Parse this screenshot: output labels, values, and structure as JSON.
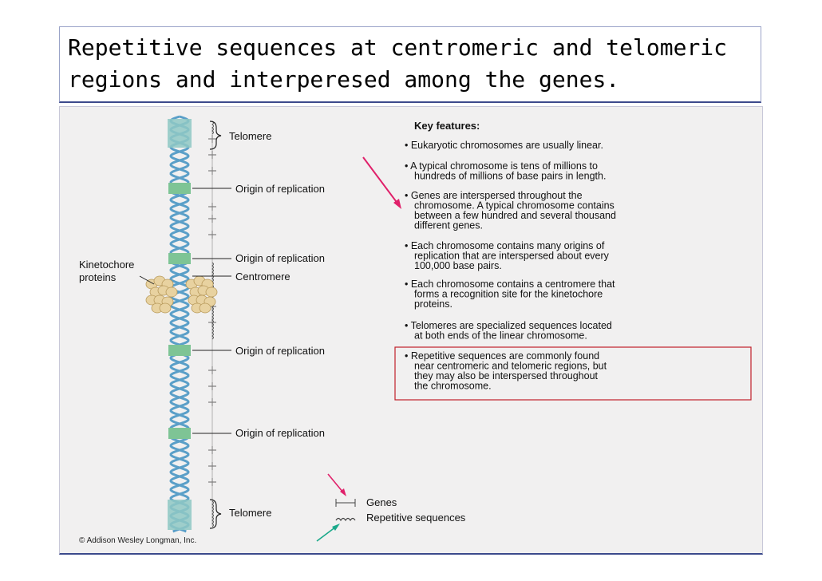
{
  "title": {
    "text": "Repetitive sequences at centromeric and telomeric\nregions and interperesed among the genes."
  },
  "figure": {
    "labels": {
      "telomere_top": "Telomere",
      "origin_1": "Origin of replication",
      "origin_2": "Origin of replication",
      "centromere": "Centromere",
      "origin_3": "Origin of replication",
      "origin_4": "Origin of replication",
      "telomere_bottom": "Telomere",
      "kinetochore_line1": "Kinetochore",
      "kinetochore_line2": "proteins"
    },
    "key_features": {
      "heading": "Key features:",
      "items": [
        [
          "• Eukaryotic chromosomes are usually linear."
        ],
        [
          "• A typical chromosome is tens of millions to",
          "  hundreds of millions of base pairs in length."
        ],
        [
          "• Genes are interspersed throughout the",
          "  chromosome. A typical chromosome contains",
          "  between a few hundred and several thousand",
          "  different genes."
        ],
        [
          "• Each chromosome contains many origins of",
          "  replication that are interspersed about every",
          "  100,000 base pairs."
        ],
        [
          "• Each chromosome contains a centromere that",
          "  forms a recognition site for the kinetochore",
          "  proteins."
        ],
        [
          "• Telomeres are specialized sequences located",
          "  at both ends of the linear chromosome."
        ],
        [
          "• Repetitive sequences are commonly found",
          "  near centromeric and telomeric regions, but",
          "  they may also be interspersed throughout",
          "  the chromosome."
        ]
      ]
    },
    "legend": {
      "genes": "Genes",
      "repetitive": "Repetitive sequences"
    },
    "copyright": "© Addison Wesley Longman, Inc.",
    "colors": {
      "dna_strand": "#5a9fc8",
      "telomere_fill": "#8fc8c4",
      "origin_fill": "#7ec495",
      "kinetochore": "#e8d2a0",
      "highlight_box": "#c0202a",
      "arrow_pink": "#e0206a",
      "arrow_green": "#1aa98a"
    }
  }
}
